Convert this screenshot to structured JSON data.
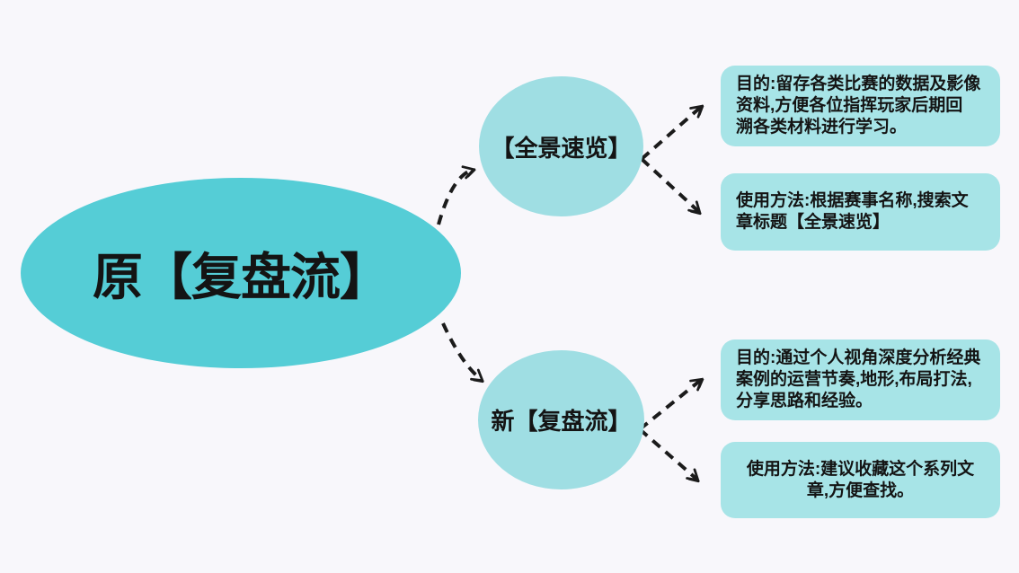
{
  "canvas": {
    "background": "#f8f7fb"
  },
  "colors": {
    "root_fill": "#55cdd6",
    "node_fill": "#9fdee3",
    "box_fill": "#a7e4e7",
    "text": "#141414",
    "arrow": "#1b1b1b"
  },
  "root": {
    "label": "原【复盘流】"
  },
  "branches": [
    {
      "node_label": "【全景速览】",
      "items": [
        {
          "text": "目的:留存各类比赛的数据及影像资料,方便各位指挥玩家后期回溯各类材料进行学习。",
          "lines": [
            "目的:留存各类比赛的数据及影像",
            "资料,方便各位指挥玩家后期回",
            "溯各类材料进行学习。"
          ]
        },
        {
          "text": "使用方法:根据赛事名称,搜索文章标题【全景速览】",
          "lines": [
            "使用方法:根据赛事名称,搜索文",
            "章标题【全景速览】"
          ]
        }
      ]
    },
    {
      "node_label": "新【复盘流】",
      "items": [
        {
          "text": "目的:通过个人视角深度分析经典案例的运营节奏,地形,布局打法,分享思路和经验。",
          "lines": [
            "目的:通过个人视角深度分析经典",
            "案例的运营节奏,地形,布局打法,",
            "分享思路和经验。"
          ]
        },
        {
          "text": "使用方法:建议收藏这个系列文章,方便查找。",
          "lines": [
            "使用方法:建议收藏这个系列文",
            "章,方便查找。"
          ]
        }
      ]
    }
  ]
}
